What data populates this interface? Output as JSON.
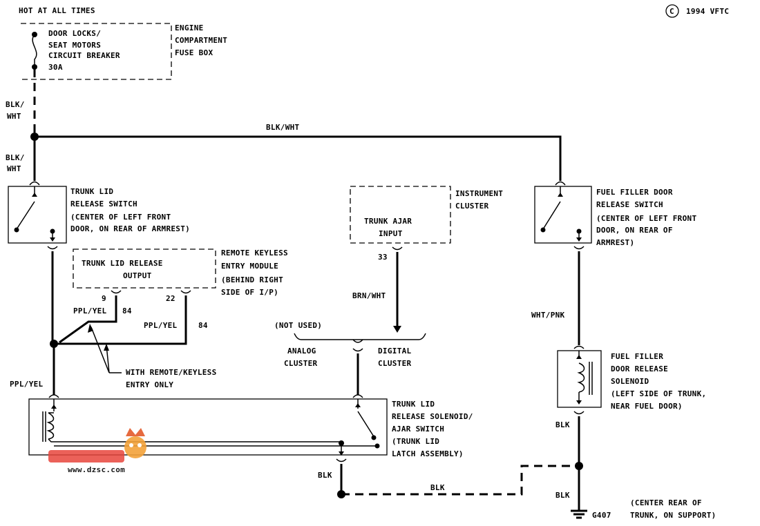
{
  "header": {
    "hot_label": "HOT AT ALL TIMES",
    "copyright_symbol": "C",
    "copyright_text": "1994 VFTC"
  },
  "fuse_box": {
    "component": [
      "DOOR LOCKS/",
      "SEAT MOTORS",
      "CIRCUIT BREAKER",
      "30A"
    ],
    "location": [
      "ENGINE",
      "COMPARTMENT",
      "FUSE BOX"
    ]
  },
  "wires": {
    "blk_wht_upper": [
      "BLK/",
      "WHT"
    ],
    "blk_wht_lower": [
      "BLK/",
      "WHT"
    ],
    "blk_wht_bus": "BLK/WHT",
    "ppl_yel_1": "PPL/YEL",
    "ppl_yel_2": "PPL/YEL",
    "ppl_yel_3": "PPL/YEL",
    "brn_wht": "BRN/WHT",
    "wht_pnk": "WHT/PNK",
    "blk_solenoid": "BLK",
    "blk_latch": "BLK",
    "blk_bottom": "BLK",
    "blk_ground": "BLK"
  },
  "trunk_switch": {
    "label": [
      "TRUNK LID",
      "RELEASE SWITCH",
      "(CENTER OF LEFT FRONT",
      "DOOR, ON REAR OF ARMREST)"
    ]
  },
  "fuel_switch": {
    "label": [
      "FUEL FILLER DOOR",
      "RELEASE SWITCH",
      "(CENTER OF LEFT FRONT",
      "DOOR, ON REAR OF",
      "ARMREST)"
    ]
  },
  "instrument_cluster": {
    "input": [
      "TRUNK AJAR",
      "INPUT"
    ],
    "label": [
      "INSTRUMENT",
      "CLUSTER"
    ],
    "pin": "33"
  },
  "rke_module": {
    "output": [
      "TRUNK LID RELEASE",
      "OUTPUT"
    ],
    "label": [
      "REMOTE KEYLESS",
      "ENTRY MODULE",
      "(BEHIND RIGHT",
      "SIDE OF I/P)"
    ],
    "pin_9": "9",
    "pin_22": "22",
    "circuit_84a": "84",
    "circuit_84b": "84"
  },
  "remote_note": [
    "WITH REMOTE/KEYLESS",
    "ENTRY ONLY"
  ],
  "cluster_options": {
    "not_used": "(NOT USED)",
    "analog": [
      "ANALOG",
      "CLUSTER"
    ],
    "digital": [
      "DIGITAL",
      "CLUSTER"
    ]
  },
  "latch_assembly": {
    "label": [
      "TRUNK LID",
      "RELEASE SOLENOID/",
      "AJAR SWITCH",
      "(TRUNK LID",
      "LATCH ASSEMBLY)"
    ]
  },
  "fuel_solenoid": {
    "label": [
      "FUEL FILLER",
      "DOOR RELEASE",
      "SOLENOID",
      "(LEFT SIDE OF TRUNK,",
      "NEAR FUEL DOOR)"
    ]
  },
  "ground": {
    "id": "G407",
    "location": [
      "(CENTER REAR OF",
      "TRUNK, ON SUPPORT)"
    ]
  },
  "watermark": {
    "url": "www.dzsc.com"
  }
}
